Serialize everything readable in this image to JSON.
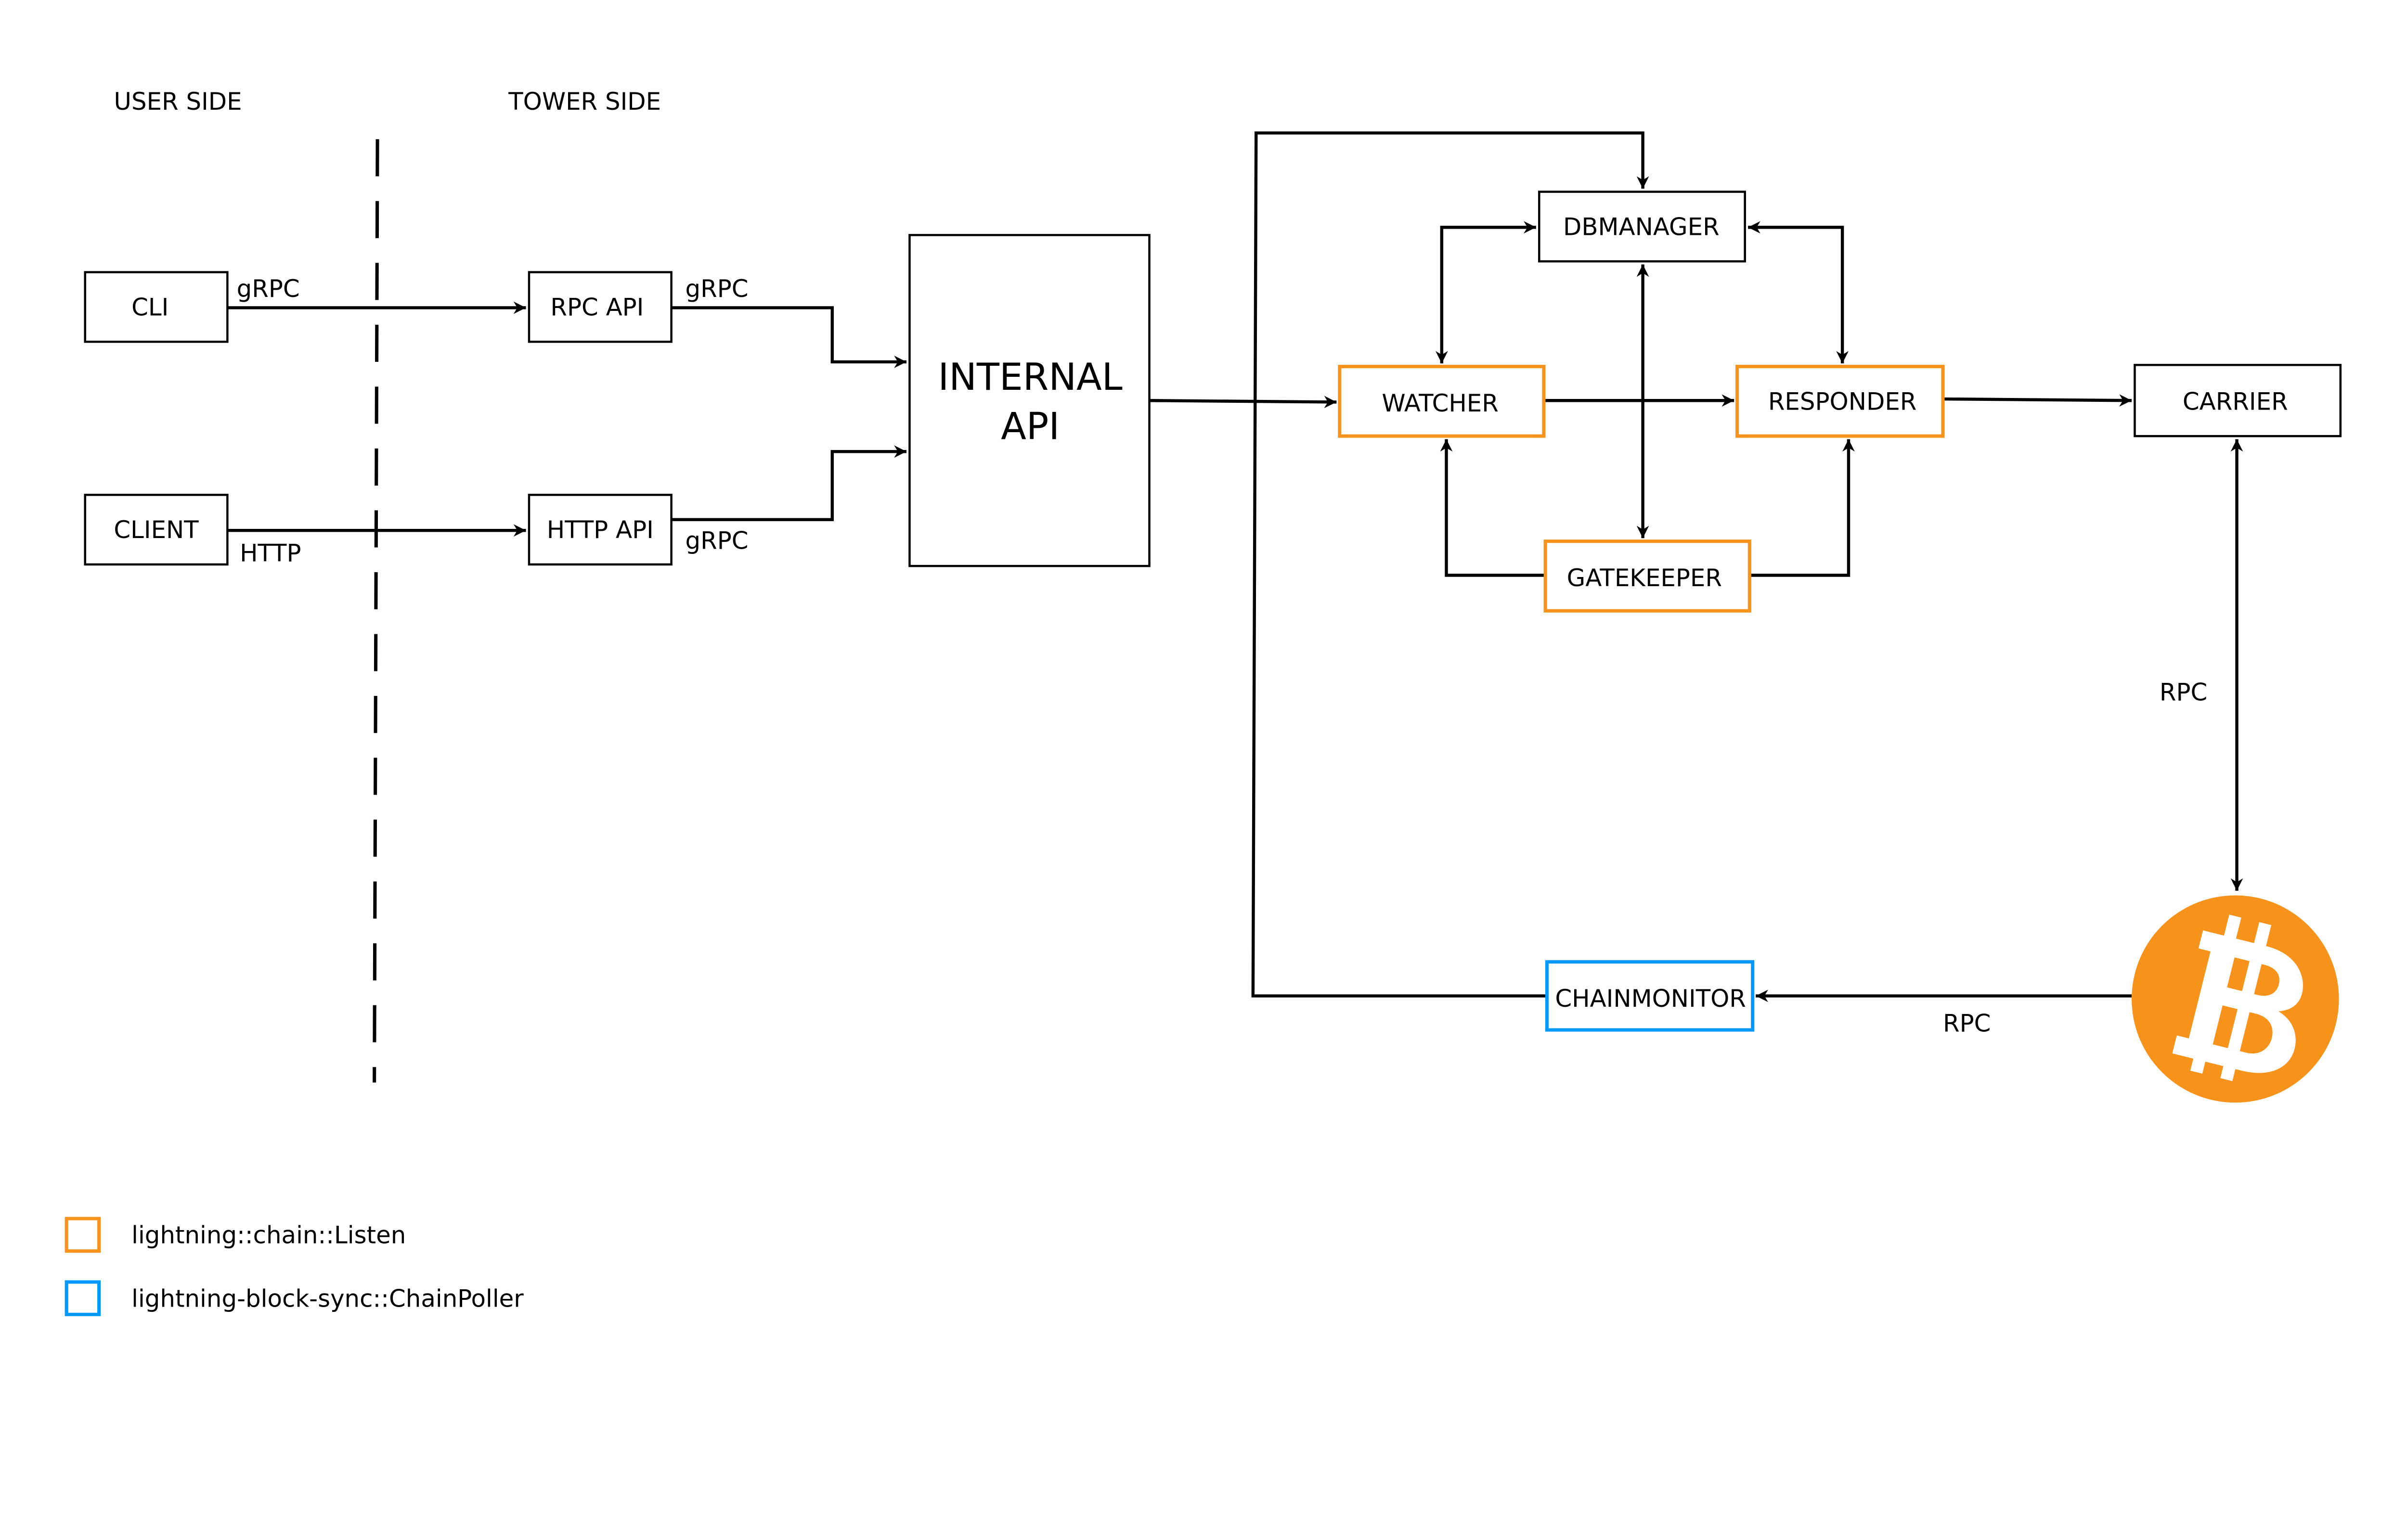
{
  "headers": {
    "user_side": "USER SIDE",
    "tower_side": "TOWER SIDE"
  },
  "nodes": {
    "cli": "CLI",
    "client": "CLIENT",
    "rpc_api": "RPC API",
    "http_api": "HTTP API",
    "internal_api_line1": "INTERNAL",
    "internal_api_line2": "API",
    "dbmanager": "DBMANAGER",
    "watcher": "WATCHER",
    "responder": "RESPONDER",
    "gatekeeper": "GATEKEEPER",
    "carrier": "CARRIER",
    "chainmonitor": "CHAINMONITOR",
    "bitcoin": "bitcoin-icon"
  },
  "edge_labels": {
    "cli_rpc": "gRPC",
    "client_http": "HTTP",
    "rpcapi_internal": "gRPC",
    "httpapi_internal": "gRPC",
    "carrier_bitcoin": "RPC",
    "bitcoin_chainmonitor": "RPC"
  },
  "legend": [
    {
      "label": "lightning::chain::Listen",
      "color": "#F7931A"
    },
    {
      "label": "lightning-block-sync::ChainPoller",
      "color": "#0099FF"
    }
  ],
  "colors": {
    "listen": "#F7931A",
    "chainpoller": "#0099FF",
    "bitcoin": "#F7931A"
  }
}
